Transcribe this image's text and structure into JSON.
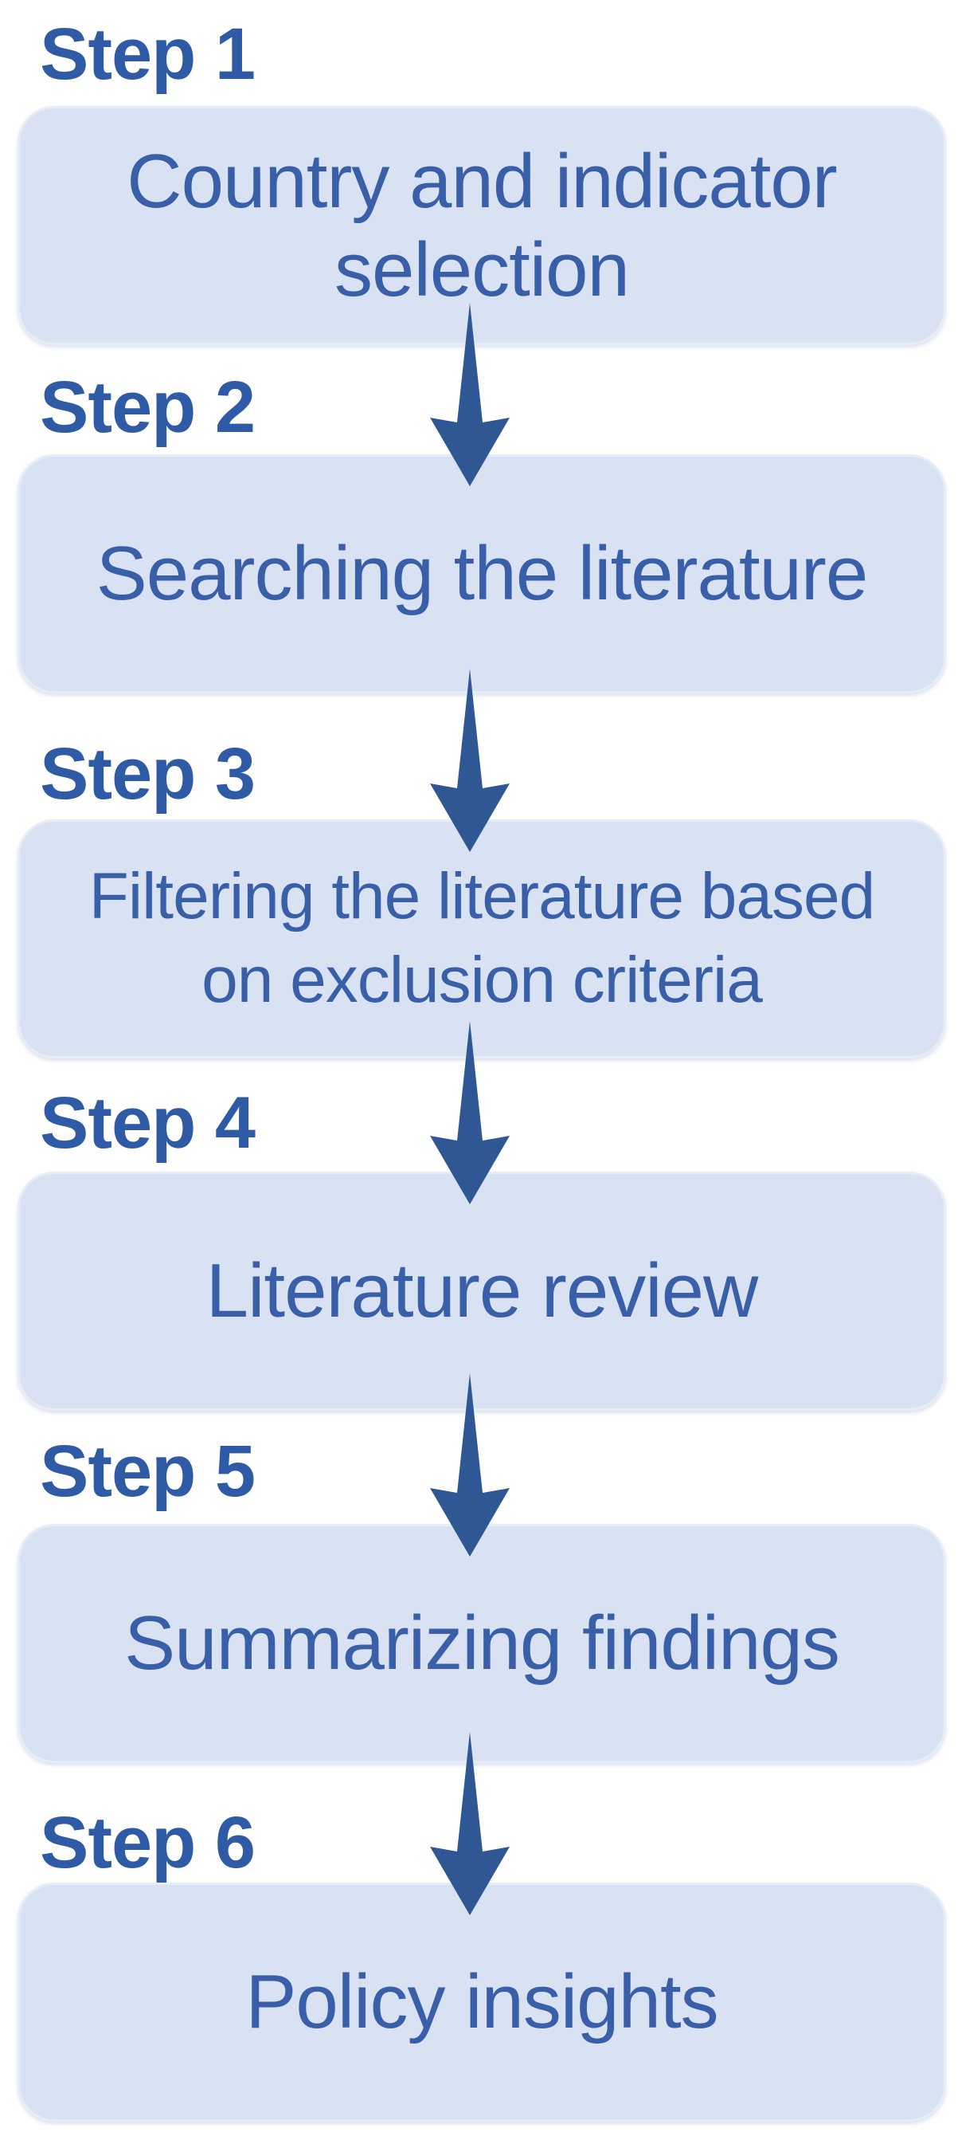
{
  "figure": {
    "type": "vertical-process-flowchart",
    "step_count": 6
  },
  "colors": {
    "box_fill": "#D9E2F2",
    "box_border": "#E7EDF7",
    "box_text": "#3A5FA9",
    "step_label_text": "#2E5AA6",
    "arrow_fill": "#2E5794",
    "background": "#FFFFFF"
  },
  "steps": [
    {
      "label": "Step 1",
      "title": "Country and indicator selection"
    },
    {
      "label": "Step 2",
      "title": "Searching the literature"
    },
    {
      "label": "Step 3",
      "title": "Filtering the literature based on exclusion criteria"
    },
    {
      "label": "Step 4",
      "title": "Literature review"
    },
    {
      "label": "Step 5",
      "title": "Summarizing findings"
    },
    {
      "label": "Step 6",
      "title": "Policy insights"
    }
  ],
  "connectors": {
    "icon": "down-arrow-icon",
    "count": 5,
    "direction": "down"
  }
}
